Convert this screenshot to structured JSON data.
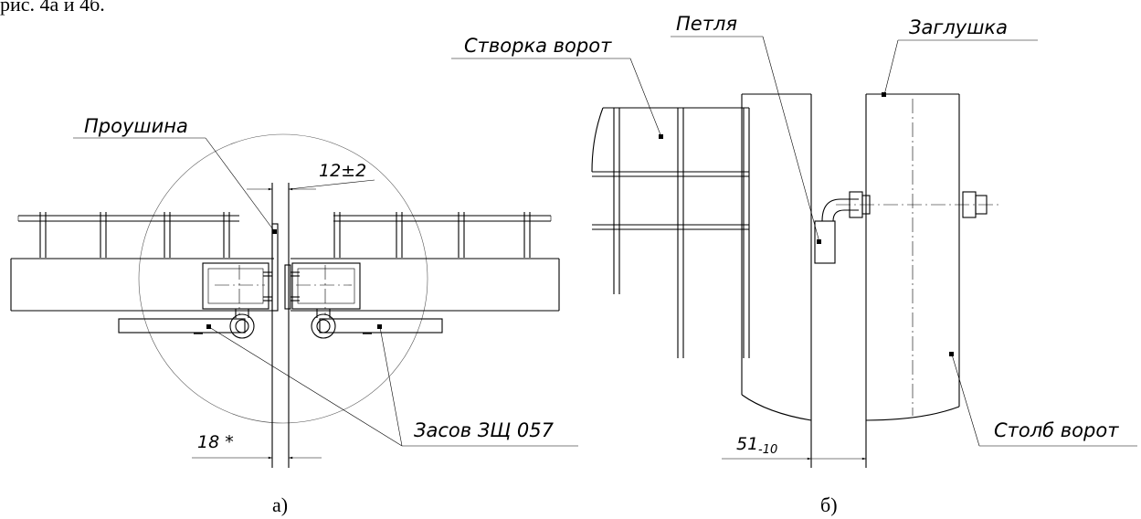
{
  "header_fragment": "рис. 4а и 4б.",
  "view_a": {
    "label_lug": "Проушина",
    "dim_gap": "12±2",
    "dim_offset": "18 *",
    "label_latch": "Засов ЗЩ 057",
    "caption": "а)"
  },
  "view_b": {
    "label_leaf": "Створка ворот",
    "label_hinge": "Петля",
    "label_cap": "Заглушка",
    "label_post": "Столб ворот",
    "dim_main": "51",
    "dim_sub": "-10",
    "caption": "б)"
  }
}
